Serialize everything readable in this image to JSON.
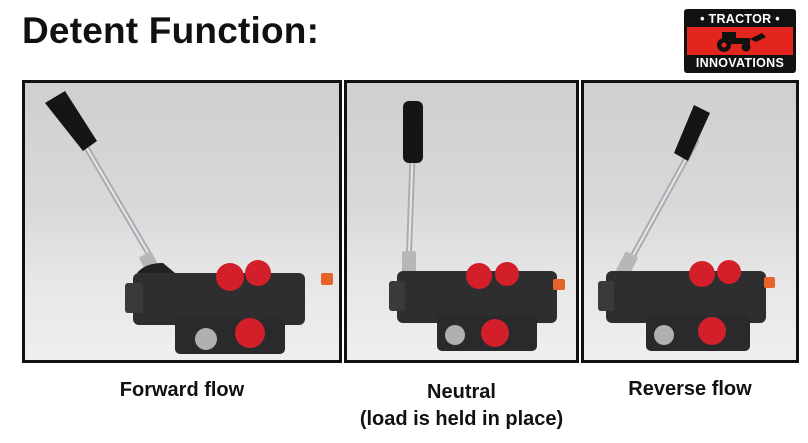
{
  "header": {
    "title": "Detent Function:"
  },
  "logo": {
    "line1": "• TRACTOR •",
    "line2": "INNOVATIONS",
    "tractor_icon": "tractor-icon"
  },
  "panels": [
    {
      "caption": "Forward flow",
      "caption_line2": ""
    },
    {
      "caption": "Neutral",
      "caption_line2": "(load is held in place)"
    },
    {
      "caption": "Reverse flow",
      "caption_line2": ""
    }
  ],
  "colors": {
    "logo_red": "#e2261d",
    "cap_red": "#d21f2a",
    "valve_body": "#2e2e30",
    "handle": "#151515"
  }
}
